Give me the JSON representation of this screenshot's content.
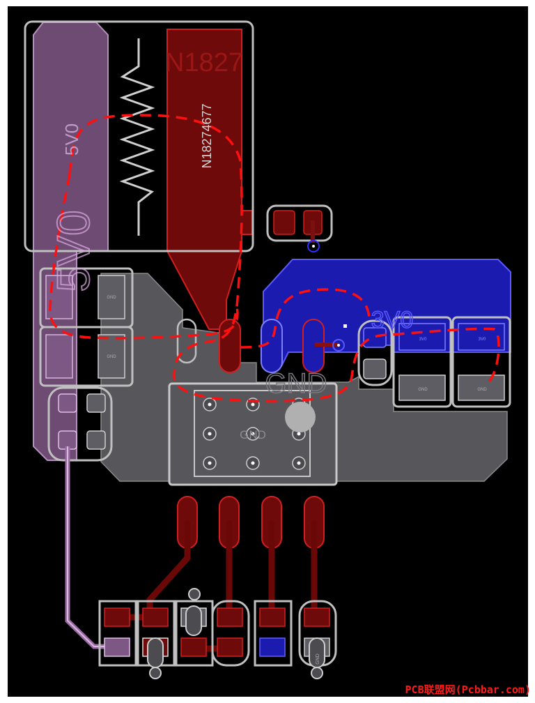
{
  "labels": {
    "left_net_vertical": "5V0",
    "left_net_large": "5V0",
    "top_designator": "N1827",
    "top_value_vertical": "N18274677",
    "right_net": "3V0",
    "center_net": "GND",
    "center_pad_label": "GND",
    "tiny_pad_labels": [
      "3V0",
      "GND",
      "3V0",
      "GND",
      "GND",
      "GND",
      "GND"
    ]
  },
  "colors": {
    "background": "#000000",
    "frame": "#ffffff",
    "outline": "#b9b9b9",
    "net_5v0_fill": "#8a5a92",
    "net_gnd_fill": "#55555a",
    "net_3v0_fill": "#1f1fcf",
    "copper_red_fill": "#7a0a0a",
    "copper_red_stroke": "#e02020",
    "dashed_ratsnest": "#ff1010",
    "via_blue": "#2a2aff",
    "watermark": "#ff1a1a"
  },
  "watermark": "PCB联盟网(Pcbbar.com)"
}
